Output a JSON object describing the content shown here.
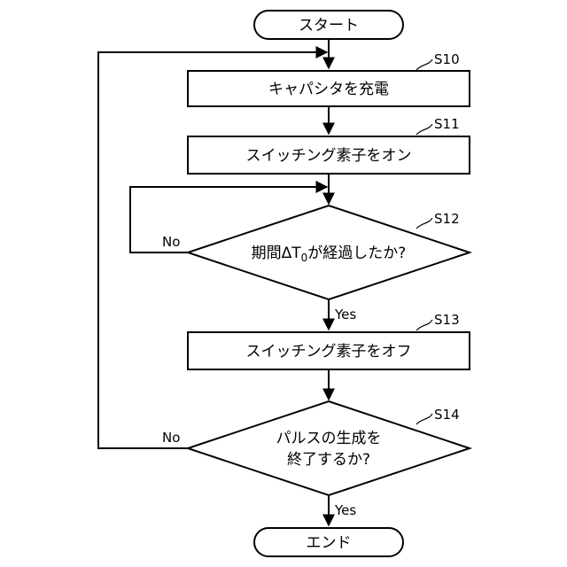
{
  "start": "スタート",
  "end": "エンド",
  "s10": {
    "step": "S10",
    "text": "キャパシタを充電"
  },
  "s11": {
    "step": "S11",
    "text": "スイッチング素子をオン"
  },
  "s12": {
    "step": "S12",
    "text_main": "期間ΔT",
    "text_sub": "0",
    "text_tail": "が経過したか?"
  },
  "s13": {
    "step": "S13",
    "text": "スイッチング素子をオフ"
  },
  "s14": {
    "step": "S14",
    "line1": "パルスの生成を",
    "line2": "終了するか?"
  },
  "branch": {
    "no": "No",
    "yes": "Yes"
  }
}
